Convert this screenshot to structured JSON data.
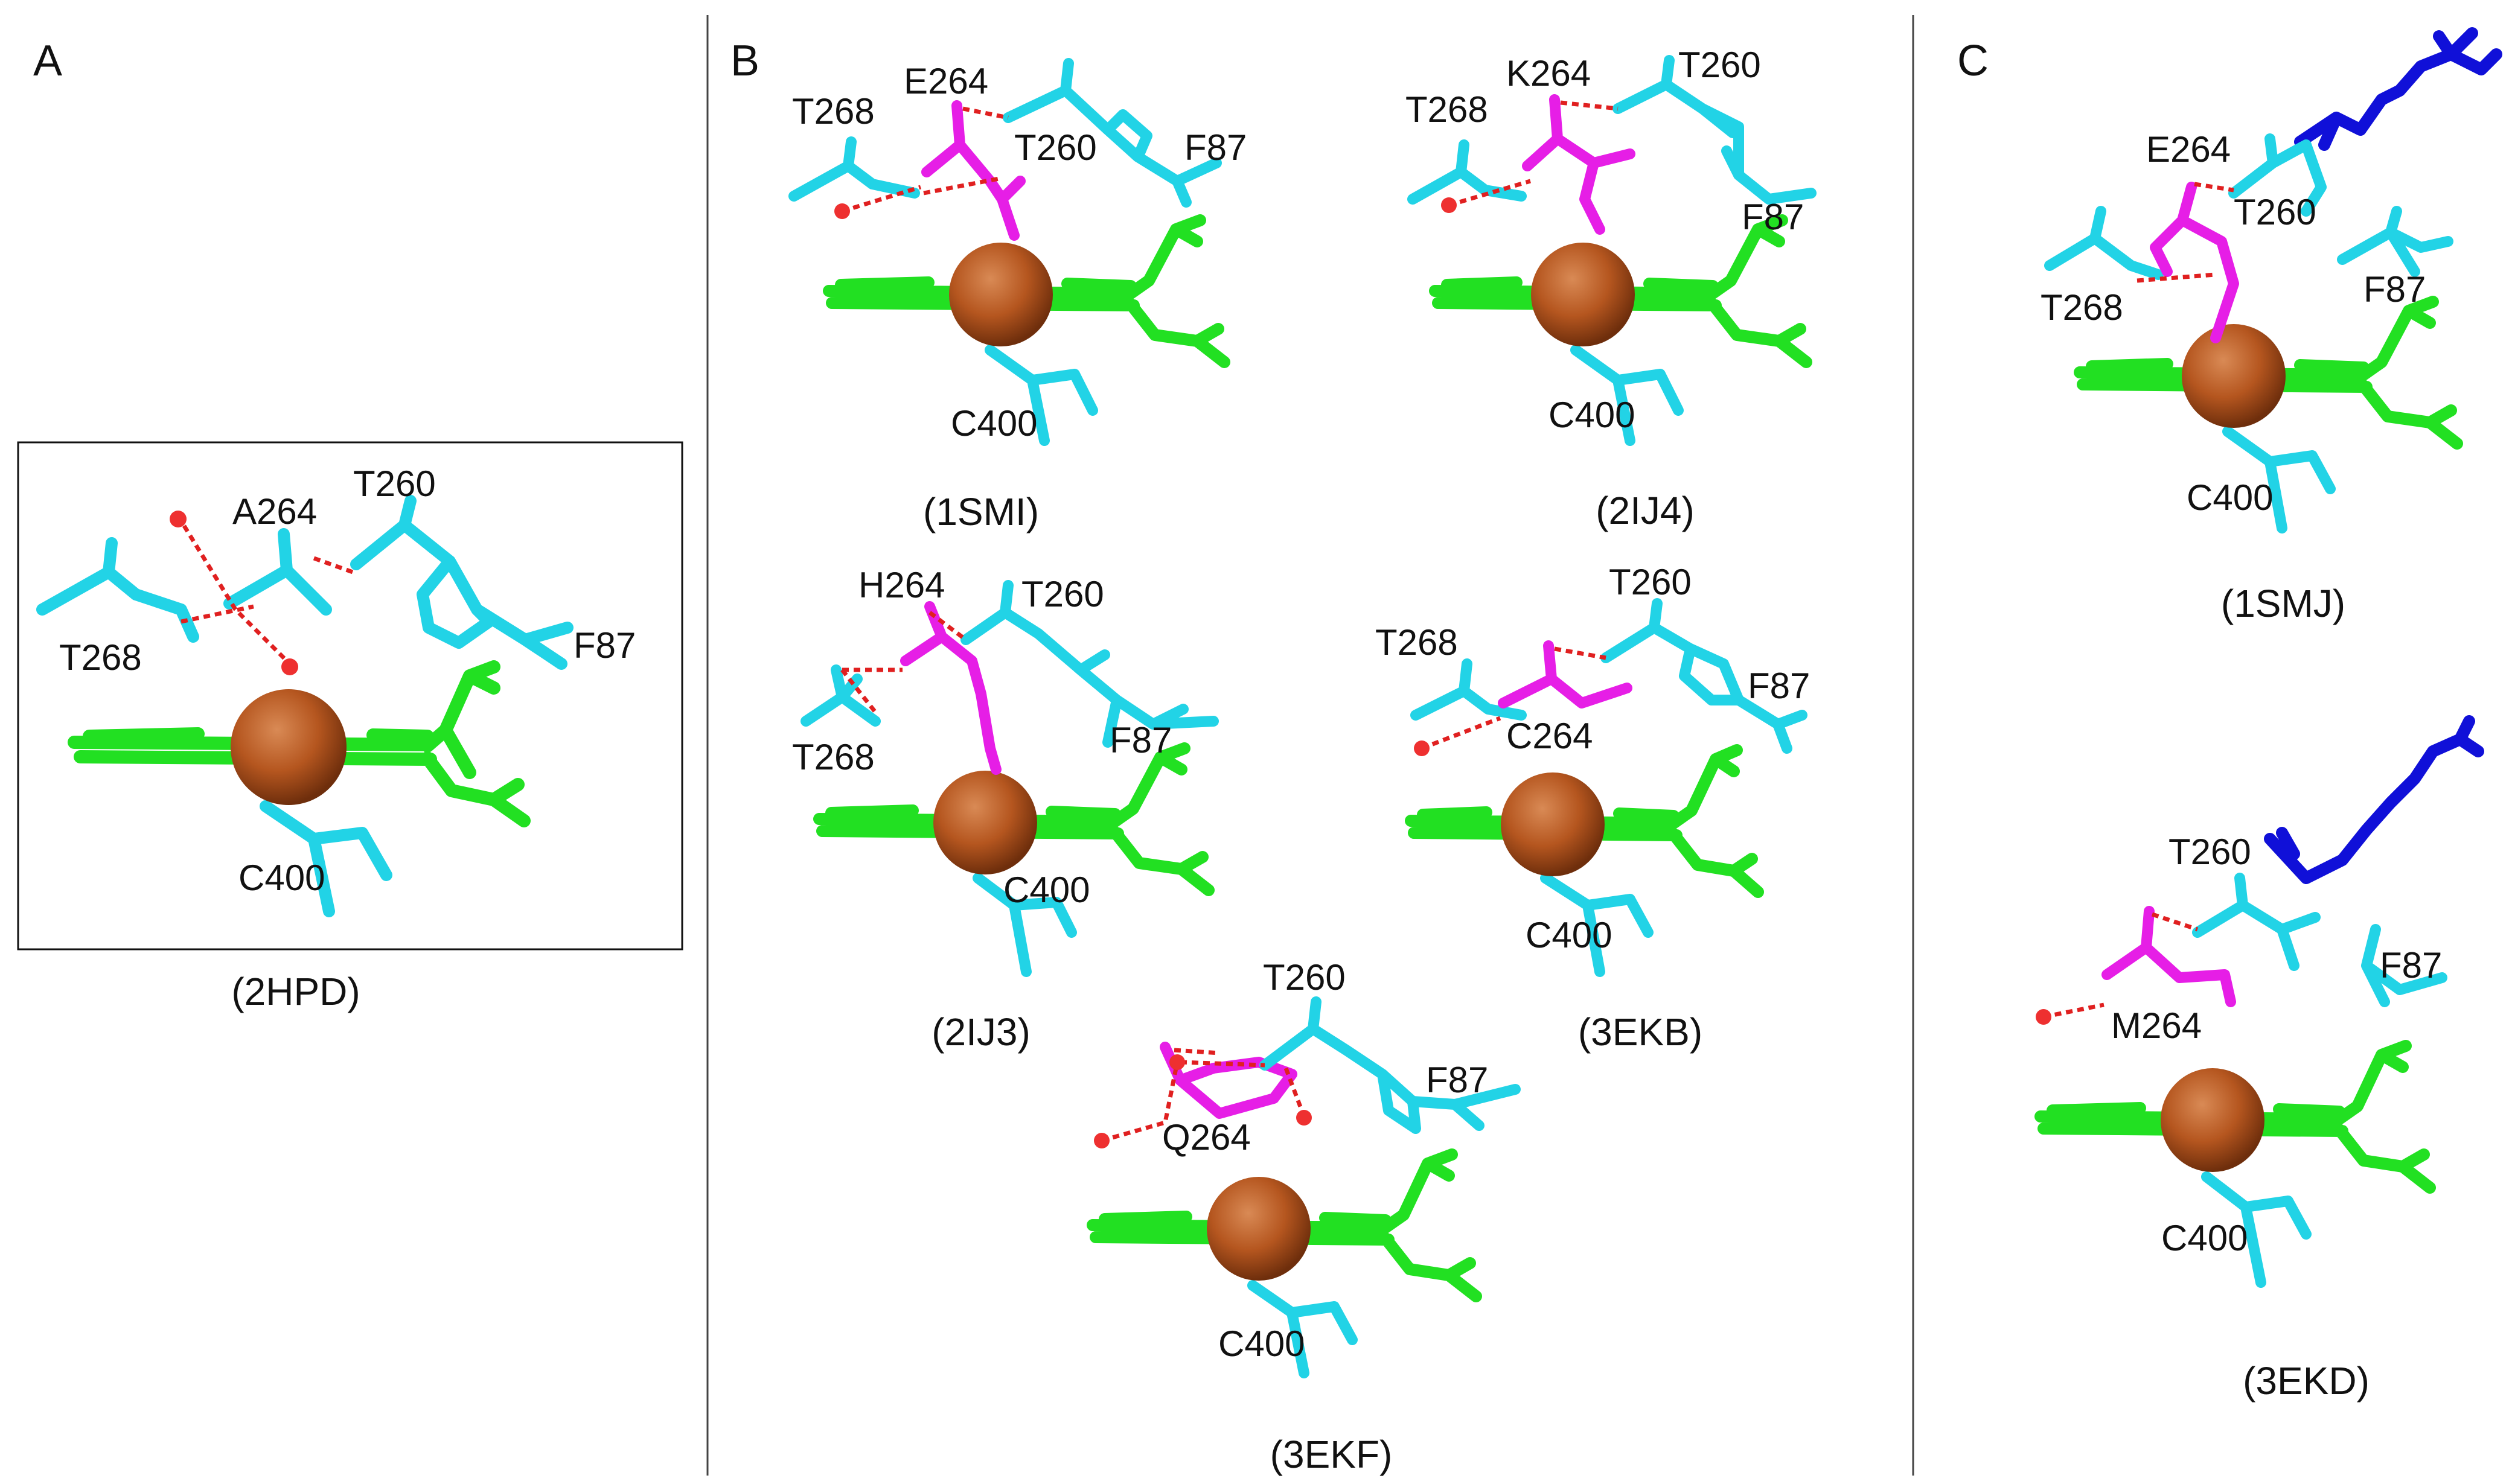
{
  "colors": {
    "cyan": "#22d3e6",
    "magenta": "#e61ee6",
    "green": "#22e022",
    "blue": "#1010d8",
    "heme_iron": "#b5561f",
    "hbond": "#e02020",
    "water": "#ee3030",
    "divider": "#444444"
  },
  "panels": {
    "A": {
      "letter": "A",
      "structure": {
        "caption": "(2HPD)",
        "labels": [
          "A264",
          "T260",
          "T268",
          "F87",
          "C400"
        ]
      }
    },
    "B": {
      "letter": "B",
      "structures": [
        {
          "caption": "(1SMI)",
          "labels": [
            "E264",
            "T268",
            "T260",
            "F87",
            "C400"
          ]
        },
        {
          "caption": "(2IJ4)",
          "labels": [
            "K264",
            "T260",
            "T268",
            "F87",
            "C400"
          ]
        },
        {
          "caption": "(2IJ3)",
          "labels": [
            "H264",
            "T260",
            "T268",
            "F87",
            "C400"
          ]
        },
        {
          "caption": "(3EKB)",
          "labels": [
            "T260",
            "T268",
            "F87",
            "C264",
            "C400"
          ]
        },
        {
          "caption": "(3EKF)",
          "labels": [
            "T260",
            "F87",
            "Q264",
            "C400"
          ]
        }
      ]
    },
    "C": {
      "letter": "C",
      "structures": [
        {
          "caption": "(1SMJ)",
          "labels": [
            "E264",
            "T260",
            "T268",
            "F87",
            "C400"
          ]
        },
        {
          "caption": "(3EKD)",
          "labels": [
            "T260",
            "F87",
            "M264",
            "C400"
          ]
        }
      ]
    }
  }
}
